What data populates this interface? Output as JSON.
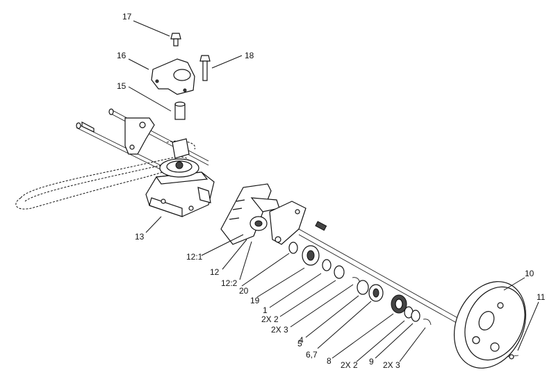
{
  "callouts": [
    {
      "id": "c17",
      "text": "17"
    },
    {
      "id": "c16",
      "text": "16"
    },
    {
      "id": "c18",
      "text": "18"
    },
    {
      "id": "c15",
      "text": "15"
    },
    {
      "id": "c13",
      "text": "13"
    },
    {
      "id": "c12_1",
      "text": "12:1"
    },
    {
      "id": "c12",
      "text": "12"
    },
    {
      "id": "c12_2",
      "text": "12:2"
    },
    {
      "id": "c20",
      "text": "20"
    },
    {
      "id": "c19",
      "text": "19"
    },
    {
      "id": "c1",
      "text": "1"
    },
    {
      "id": "c2x2a",
      "text": "2X 2"
    },
    {
      "id": "c2x3a",
      "text": "2X 3"
    },
    {
      "id": "c4",
      "text": "4"
    },
    {
      "id": "c5",
      "text": "5"
    },
    {
      "id": "c67",
      "text": "6,7"
    },
    {
      "id": "c8",
      "text": "8"
    },
    {
      "id": "c2x2b",
      "text": "2X 2"
    },
    {
      "id": "c9",
      "text": "9"
    },
    {
      "id": "c2x3b",
      "text": "2X 3"
    },
    {
      "id": "c10",
      "text": "10"
    },
    {
      "id": "c11",
      "text": "11"
    }
  ]
}
